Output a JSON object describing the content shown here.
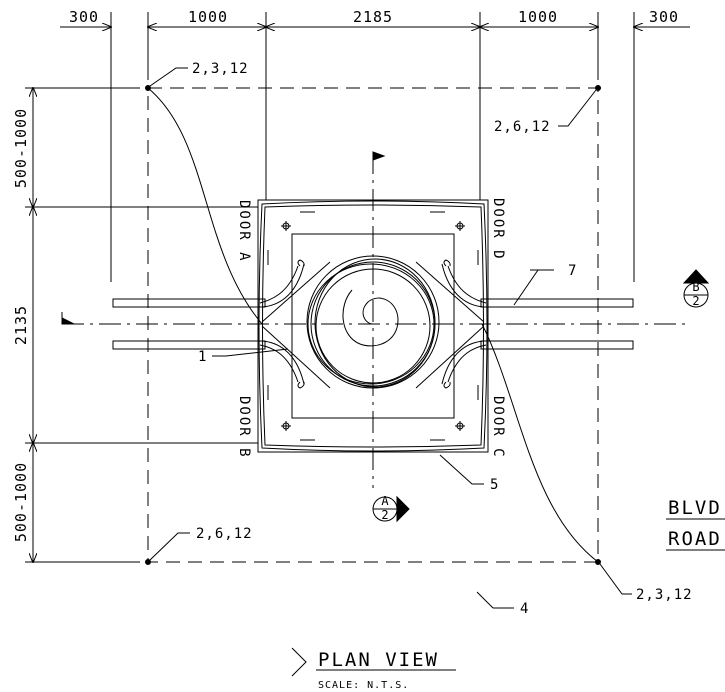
{
  "dimensions": {
    "top": [
      "300",
      "1000",
      "2185",
      "1000",
      "300"
    ],
    "left": [
      "500-1000",
      "2135",
      "500-1000"
    ]
  },
  "callouts": {
    "top_left": "2,3,12",
    "top_right": "2,6,12",
    "bottom_left": "2,6,12",
    "bottom_right": "2,3,12",
    "n1": "1",
    "n4": "4",
    "n5": "5",
    "n7": "7"
  },
  "doors": {
    "a": "DOOR A",
    "b": "DOOR B",
    "c": "DOOR C",
    "d": "DOOR D"
  },
  "sections": {
    "a": {
      "letter": "A",
      "sheet": "2"
    },
    "b": {
      "letter": "B",
      "sheet": "2"
    }
  },
  "streets": {
    "upper": "BLVD",
    "lower": "ROAD"
  },
  "title": {
    "main": "PLAN VIEW",
    "scale": "SCALE: N.T.S."
  }
}
